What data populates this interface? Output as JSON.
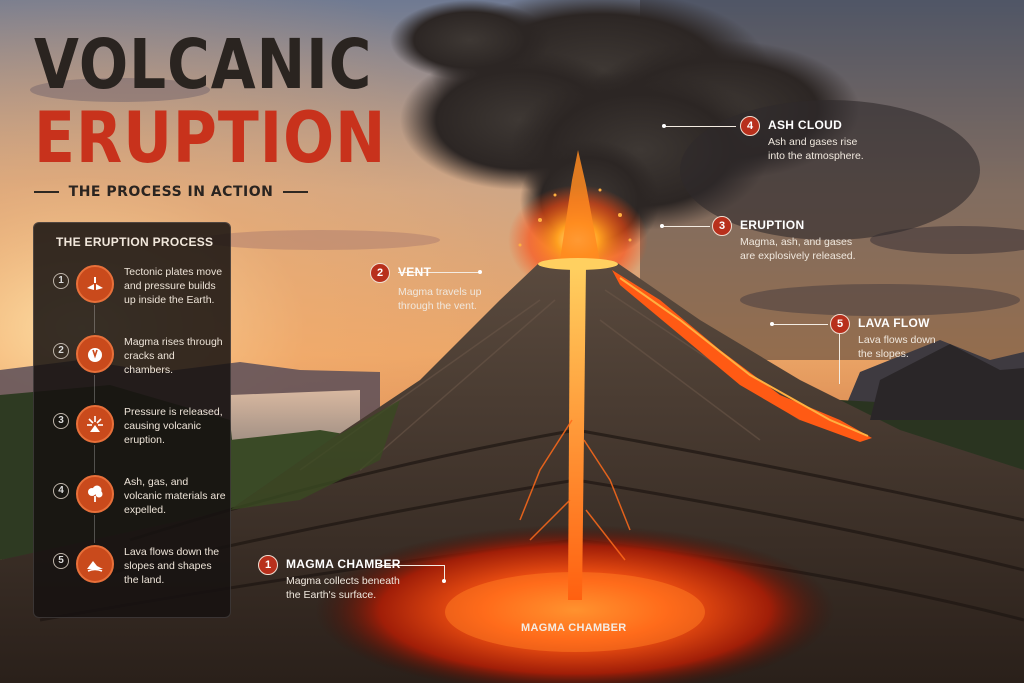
{
  "header": {
    "title_line1": "VOLCANIC",
    "title_line2": "ERUPTION",
    "subtitle": "THE PROCESS IN ACTION"
  },
  "panel": {
    "title": "THE ERUPTION PROCESS",
    "steps": [
      {
        "number": "1",
        "icon": "tectonic-plates-icon",
        "text": "Tectonic plates move and pressure builds up inside the Earth."
      },
      {
        "number": "2",
        "icon": "magma-rising-icon",
        "text": "Magma rises through cracks and chambers."
      },
      {
        "number": "3",
        "icon": "explosion-icon",
        "text": "Pressure is released, causing volcanic eruption."
      },
      {
        "number": "4",
        "icon": "ash-cloud-icon",
        "text": "Ash, gas, and volcanic materials are expelled."
      },
      {
        "number": "5",
        "icon": "lava-flow-icon",
        "text": "Lava flows down the slopes and shapes the land."
      }
    ]
  },
  "callouts": {
    "magma_chamber": {
      "number": "1",
      "title": "MAGMA CHAMBER",
      "desc_line1": "Magma collects beneath",
      "desc_line2": "the Earth's surface."
    },
    "vent": {
      "number": "2",
      "title": "VENT",
      "desc_line1": "Magma travels up",
      "desc_line2": "through the vent."
    },
    "eruption": {
      "number": "3",
      "title": "ERUPTION",
      "desc_line1": "Magma, ash, and gases",
      "desc_line2": "are explosively released."
    },
    "ash_cloud": {
      "number": "4",
      "title": "ASH CLOUD",
      "desc_line1": "Ash and gases rise",
      "desc_line2": "into the atmosphere."
    },
    "lava_flow": {
      "number": "5",
      "title": "LAVA FLOW",
      "desc_line1": "Lava flows down",
      "desc_line2": "the slopes."
    }
  },
  "chamber_label": "MAGMA CHAMBER",
  "colors": {
    "accent_red": "#c8321c",
    "lava_orange": "#ff6a1a",
    "badge_red": "#b8301c",
    "panel_bg": "#161210",
    "title_dark": "#2a2420"
  }
}
